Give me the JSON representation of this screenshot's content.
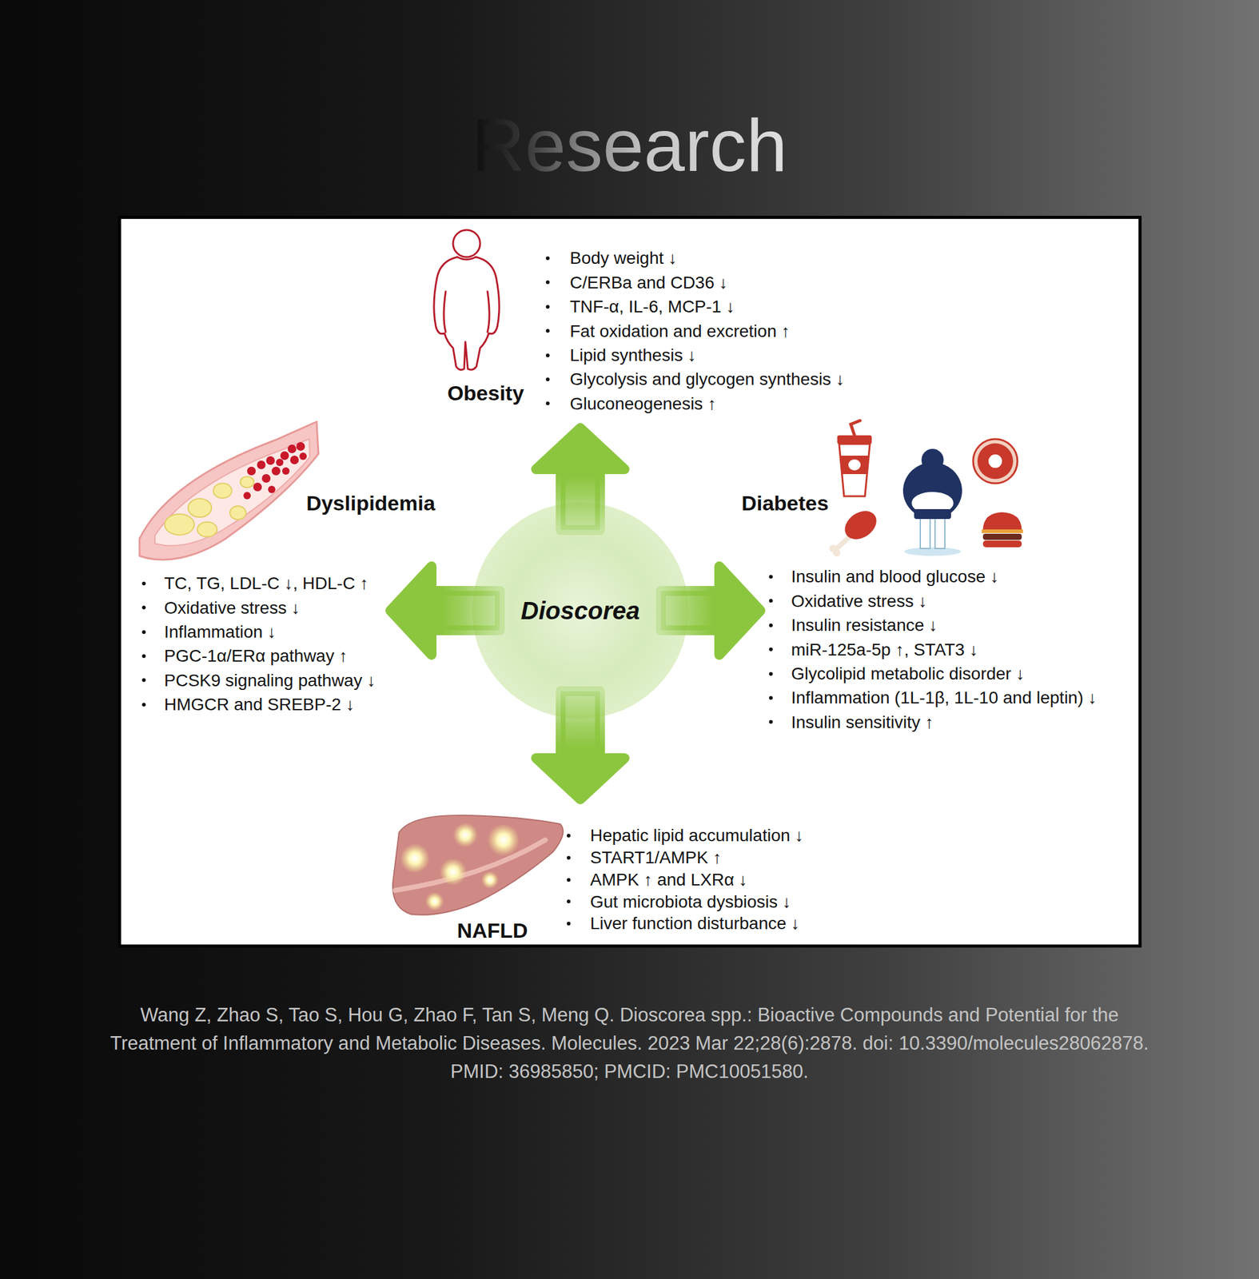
{
  "diagram": {
    "title": "Research",
    "caption": "Wang Z, Zhao S, Tao S, Hou G, Zhao F, Tan S, Meng Q. Dioscorea spp.: Bioactive Compounds and Potential for the Treatment of Inflammatory and Metabolic Diseases. Molecules. 2023 Mar 22;28(6):2878. doi: 10.3390/molecules28062878. PMID: 36985850; PMCID: PMC10051580.",
    "nodes": [
      {
        "text": [
          "Obesity",
          "Body weight ↓",
          "C/ERBa and CD36 ↓",
          "TNF-α, IL-6, MCP-1 ↓",
          "Fat oxidation and excretion ↑",
          "Lipid synthesis ↓",
          "Glycolysis and glycogen synthesis ↓",
          "Gluconeogenesis ↑"
        ]
      },
      {
        "text": [
          "Dyslipidemia",
          "TC, TG, LDL-C ↓, HDL-C ↑",
          "Oxidative stress ↓",
          "Inflammation ↓",
          "PGC-1α/ERα pathway ↑",
          "PCSK9 signaling pathway ↓",
          "HMGCR and SREBP-2 ↓"
        ]
      },
      {
        "text": [
          "Diabetes",
          "Insulin and blood glucose ↓",
          "Oxidative stress ↓",
          "Insulin resistance ↓",
          "miR-125a-5p ↑, STAT3 ↓",
          "Glycolipid metabolic disorder ↓",
          "Inflammation (1L-1β, 1L-10 and leptin) ↓",
          "Insulin sensitivity ↑"
        ]
      },
      {
        "text": [
          "Dioscorea"
        ]
      },
      {
        "text": [
          "NAFLD",
          "Hepatic lipid accumulation ↓",
          "START1/AMPK ↑",
          "AMPK ↑ and LXRα ↓",
          "Gut microbiota dysbiosis ↓",
          "Liver function disturbance ↓"
        ]
      }
    ],
    "edges": [
      {
        "from": 3,
        "to": 0,
        "arrow": "to"
      },
      {
        "from": 3,
        "to": 1,
        "arrow": "to"
      },
      {
        "from": 3,
        "to": 2,
        "arrow": "to"
      },
      {
        "from": 3,
        "to": 4,
        "arrow": "to"
      }
    ]
  }
}
